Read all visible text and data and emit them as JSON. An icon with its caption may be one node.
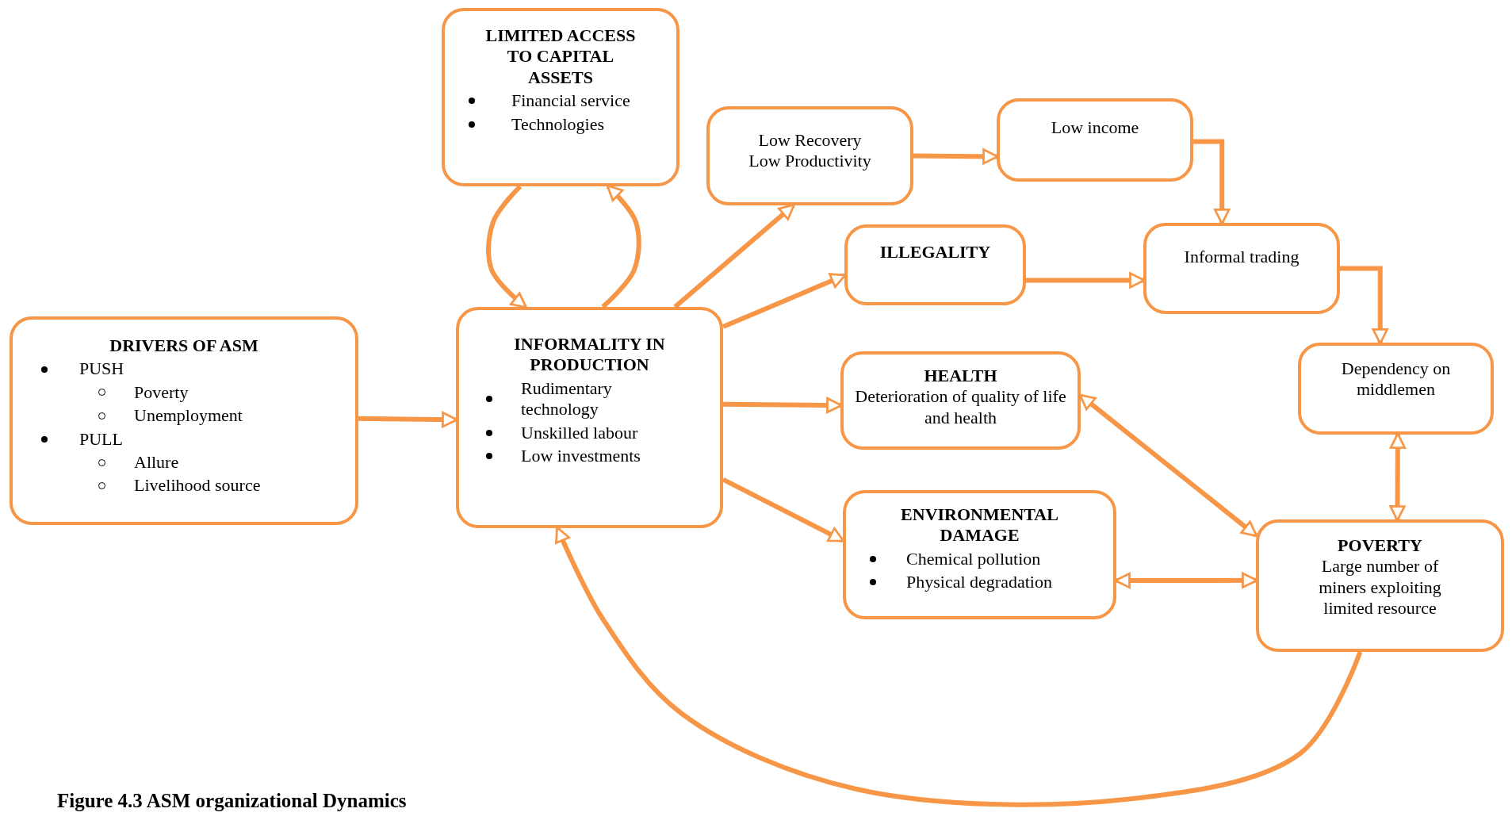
{
  "diagram": {
    "caption": "Figure 4.3 ASM organizational Dynamics",
    "nodes": [
      {
        "text": [
          "LIMITED ACCESS TO CAPITAL ASSETS",
          "Financial service",
          "Technologies"
        ]
      },
      {
        "text": [
          "DRIVERS OF ASM",
          "PUSH",
          "Poverty",
          "Unemployment",
          "PULL",
          "Allure",
          "Livelihood source"
        ]
      },
      {
        "text": [
          "INFORMALITY IN PRODUCTION",
          "Rudimentary technology",
          "Unskilled labour",
          "Low investments"
        ]
      },
      {
        "text": [
          "Low Recovery",
          "Low Productivity"
        ]
      },
      {
        "text": [
          "Low income"
        ]
      },
      {
        "text": [
          "ILLEGALITY"
        ]
      },
      {
        "text": [
          "Informal trading"
        ]
      },
      {
        "text": [
          "HEALTH",
          "Deterioration of quality of life and health"
        ]
      },
      {
        "text": [
          "Dependency on middlemen"
        ]
      },
      {
        "text": [
          "ENVIRONMENTAL DAMAGE",
          "Chemical pollution",
          "Physical degradation"
        ]
      },
      {
        "text": [
          "POVERTY",
          "Large number of miners exploiting limited resource"
        ]
      }
    ],
    "edges": [
      {
        "from": 1,
        "to": 2,
        "arrow": "to"
      },
      {
        "from": 0,
        "to": 2,
        "arrow": "to"
      },
      {
        "from": 2,
        "to": 0,
        "arrow": "to"
      },
      {
        "from": 2,
        "to": 3,
        "arrow": "to"
      },
      {
        "from": 2,
        "to": 5,
        "arrow": "to"
      },
      {
        "from": 2,
        "to": 7,
        "arrow": "to"
      },
      {
        "from": 2,
        "to": 9,
        "arrow": "to"
      },
      {
        "from": 3,
        "to": 4,
        "arrow": "to"
      },
      {
        "from": 4,
        "to": 6,
        "arrow": "to"
      },
      {
        "from": 5,
        "to": 6,
        "arrow": "to"
      },
      {
        "from": 6,
        "to": 8,
        "arrow": "to"
      },
      {
        "from": 8,
        "to": 10,
        "arrow": "both"
      },
      {
        "from": 7,
        "to": 10,
        "arrow": "both"
      },
      {
        "from": 9,
        "to": 10,
        "arrow": "both"
      },
      {
        "from": 10,
        "to": 2,
        "arrow": "to"
      }
    ]
  }
}
